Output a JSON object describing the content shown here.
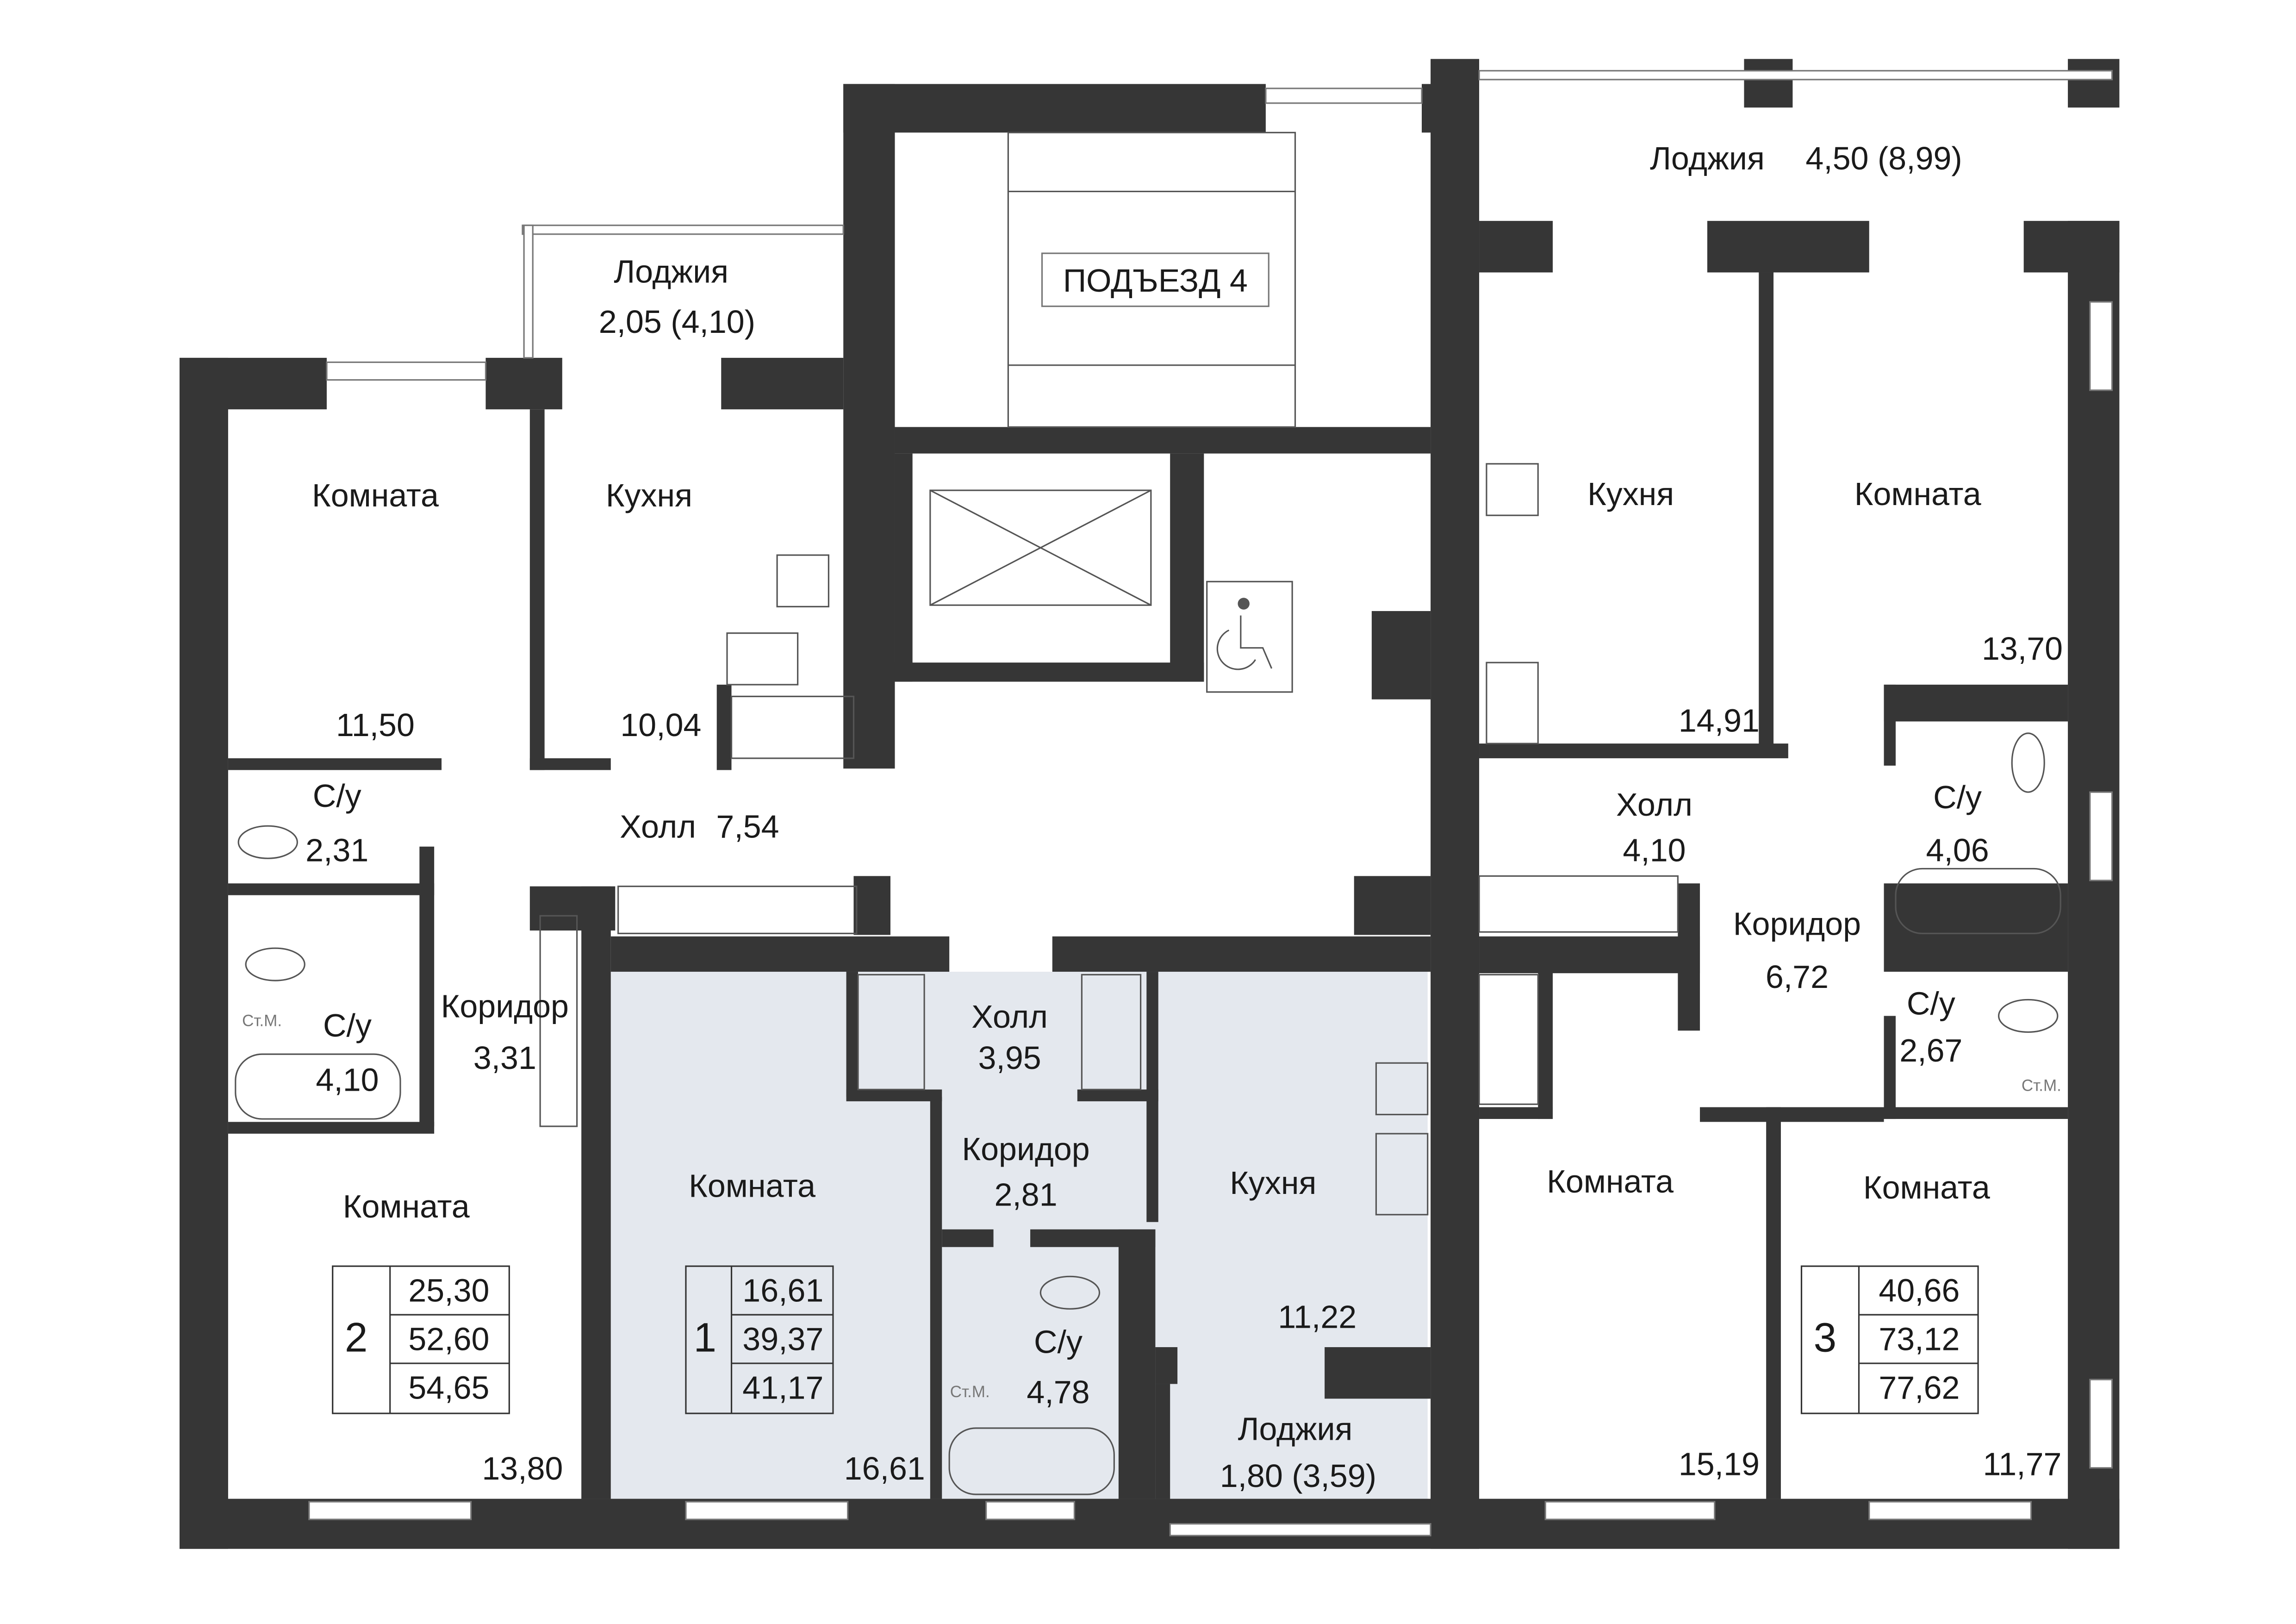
{
  "entrance": "ПОДЪЕЗД 4",
  "colors": {
    "wall": "#363636",
    "highlight": "#e4e8ee",
    "text": "#1a1a1a"
  },
  "rooms": {
    "loggia_top_right": {
      "label": "Лоджия",
      "area": "4,50 (8,99)"
    },
    "loggia_top_left": {
      "label": "Лоджия",
      "area": "2,05 (4,10)"
    },
    "a2_room_top": {
      "label": "Комната",
      "area": "11,50"
    },
    "a2_kitchen": {
      "label": "Кухня",
      "area": "10,04"
    },
    "a2_wc_top": {
      "label": "С/у",
      "area": "2,31"
    },
    "a2_hall": {
      "label": "Холл",
      "area": "7,54"
    },
    "a2_wc_bottom": {
      "label": "С/у",
      "area": "4,10"
    },
    "a2_corridor": {
      "label": "Коридор",
      "area": "3,31"
    },
    "a2_room_bottom": {
      "label": "Комната",
      "area": "13,80"
    },
    "a1_hall": {
      "label": "Холл",
      "area": "3,95"
    },
    "a1_corridor": {
      "label": "Коридор",
      "area": "2,81"
    },
    "a1_room": {
      "label": "Комната",
      "area": "16,61"
    },
    "a1_kitchen": {
      "label": "Кухня",
      "area": "11,22"
    },
    "a1_wc": {
      "label": "С/у",
      "area": "4,78"
    },
    "a1_loggia": {
      "label": "Лоджия",
      "area": "1,80 (3,59)"
    },
    "a3_kitchen": {
      "label": "Кухня",
      "area": "14,91"
    },
    "a3_room_top": {
      "label": "Комната",
      "area": "13,70"
    },
    "a3_hall": {
      "label": "Холл",
      "area": "4,10"
    },
    "a3_wc_top": {
      "label": "С/у",
      "area": "4,06"
    },
    "a3_corridor": {
      "label": "Коридор",
      "area": "6,72"
    },
    "a3_wc_bottom": {
      "label": "С/у",
      "area": "2,67"
    },
    "a3_room_left": {
      "label": "Комната",
      "area": "15,19"
    },
    "a3_room_right": {
      "label": "Комната",
      "area": "11,77"
    }
  },
  "washer_label": "Ст.М.",
  "apartments": [
    {
      "number": "2",
      "living": "25,30",
      "total": "52,60",
      "total_with_loggia": "54,65"
    },
    {
      "number": "1",
      "living": "16,61",
      "total": "39,37",
      "total_with_loggia": "41,17"
    },
    {
      "number": "3",
      "living": "40,66",
      "total": "73,12",
      "total_with_loggia": "77,62"
    }
  ]
}
